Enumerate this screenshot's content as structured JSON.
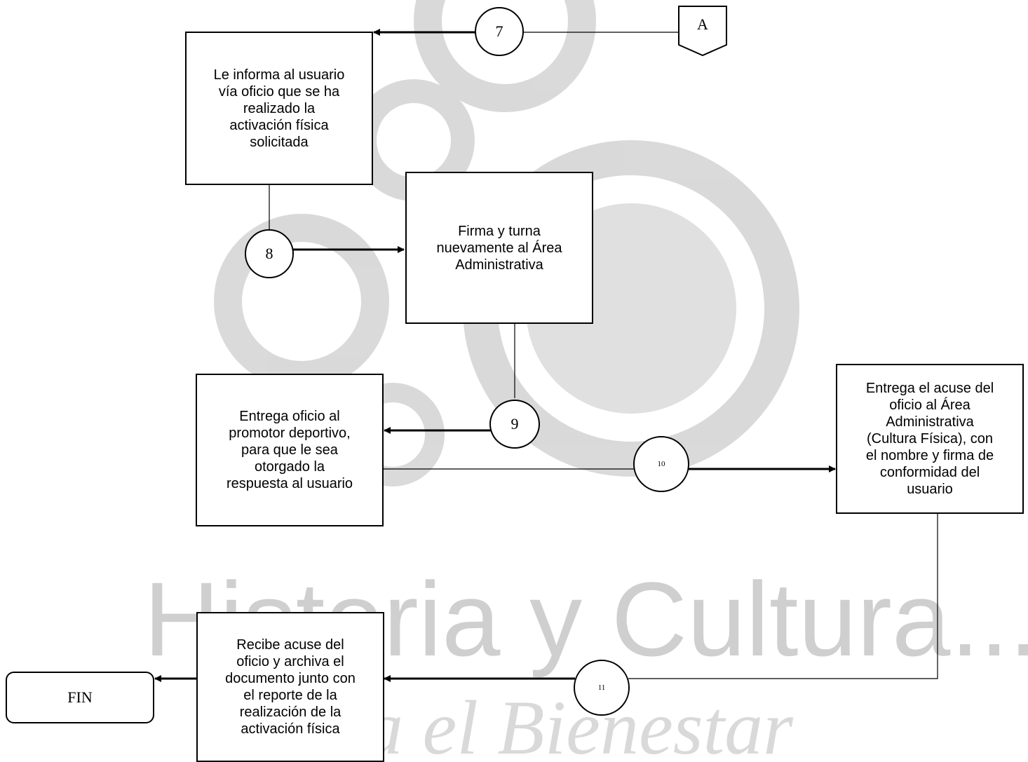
{
  "watermark": {
    "line1": "Historia y Cultura...",
    "line2": "a el Bienestar"
  },
  "connector": {
    "label": "A"
  },
  "steps": [
    {
      "number": "7"
    },
    {
      "number": "8"
    },
    {
      "number": "9"
    },
    {
      "number": "10"
    },
    {
      "number": "11"
    }
  ],
  "boxes": {
    "informa": {
      "lines": [
        "Le informa al usuario",
        "vía oficio que se ha",
        "realizado la",
        "activación física",
        "solicitada"
      ]
    },
    "firma": {
      "lines": [
        "Firma y turna",
        "nuevamente al Área",
        "Administrativa"
      ]
    },
    "entrega_oficio": {
      "lines": [
        "Entrega oficio al",
        "promotor deportivo,",
        "para que le sea",
        "otorgado la",
        "respuesta al usuario"
      ]
    },
    "entrega_acuse": {
      "lines": [
        "Entrega el acuse del",
        "oficio al Área",
        "Administrativa",
        "(Cultura Física), con",
        "el nombre y firma de",
        "conformidad del",
        "usuario"
      ]
    },
    "recibe": {
      "lines": [
        "Recibe acuse del",
        "oficio y archiva el",
        "documento junto con",
        "el reporte de la",
        "realización de la",
        "activación física"
      ]
    }
  },
  "end": {
    "label": "FIN"
  }
}
